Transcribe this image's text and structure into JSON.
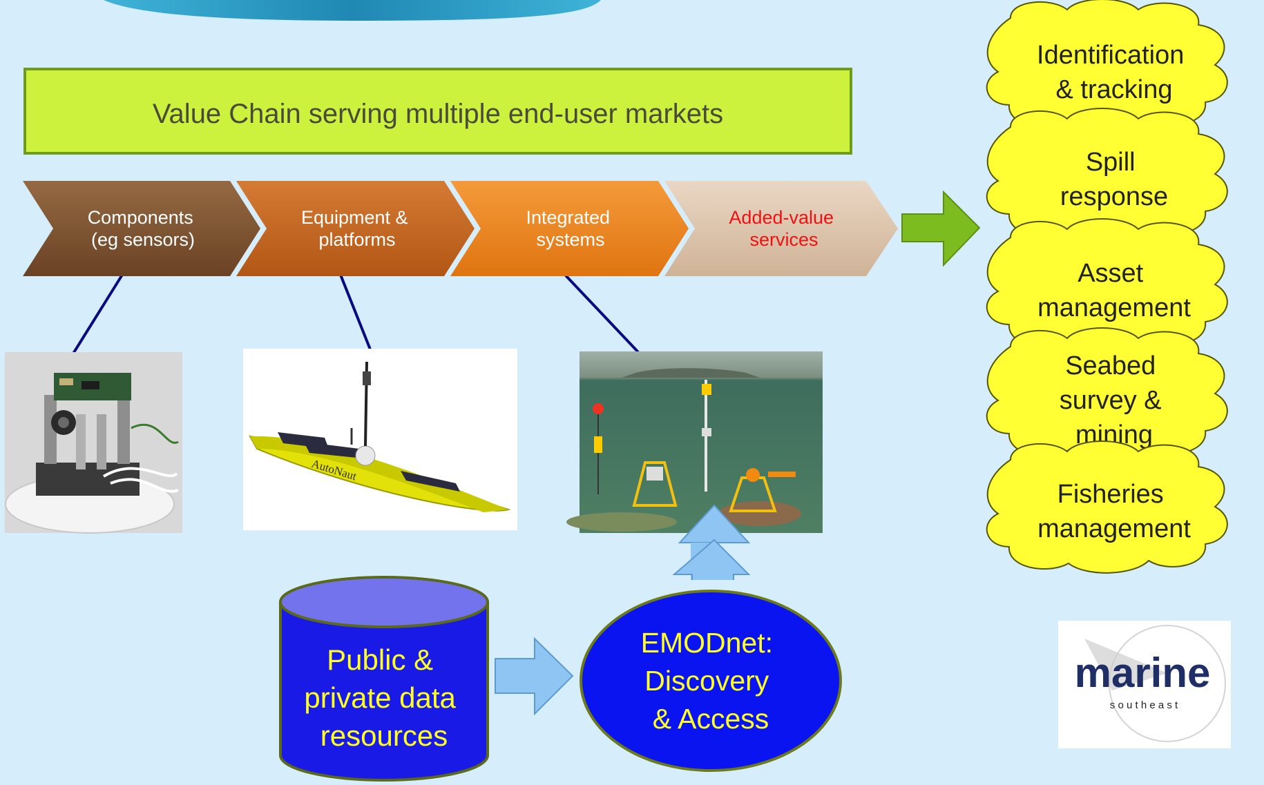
{
  "title": "Value Chain serving multiple end-user markets",
  "chain": [
    {
      "line1": "Components",
      "line2": "(eg sensors)",
      "color": "#7a4f2c",
      "text_color": "#ffffff"
    },
    {
      "line1": "Equipment &",
      "line2": "platforms",
      "color": "#c0641f",
      "text_color": "#ffffff"
    },
    {
      "line1": "Integrated",
      "line2": "systems",
      "color": "#e8821a",
      "text_color": "#ffffff"
    },
    {
      "line1": "Added-value",
      "line2": "services",
      "color": "#dcc2aa",
      "text_color": "#ee1111"
    }
  ],
  "markets": [
    {
      "lines": [
        "Identification",
        "& tracking"
      ]
    },
    {
      "lines": [
        "Spill",
        "response"
      ]
    },
    {
      "lines": [
        "Asset",
        "management"
      ]
    },
    {
      "lines": [
        "Seabed",
        "survey &",
        "mining"
      ]
    },
    {
      "lines": [
        "Fisheries",
        "management"
      ]
    }
  ],
  "images": {
    "sensor": "sensor-electronics-photo",
    "vessel": "autonomous-surface-vessel-render",
    "vessel_label": "AutoNaut",
    "seabed": "seabed-integrated-system-render"
  },
  "data_resources": {
    "lines": [
      "Public &",
      "private data",
      "resources"
    ]
  },
  "emodnet": {
    "lines": [
      "EMODnet:",
      "Discovery",
      "& Access"
    ]
  },
  "logo": {
    "word": "marine",
    "sub": "s o u t h e a s t"
  },
  "colors": {
    "background": "#d6eefb",
    "title_box": "#ccf23d",
    "cloud": "#ffff33",
    "cylinder": "#1a1ae6",
    "ellipse": "#0a14f0",
    "connector": "#0a0a80",
    "arrow_green": "#7cbc1f",
    "arrow_blue": "#8ec5f3"
  }
}
